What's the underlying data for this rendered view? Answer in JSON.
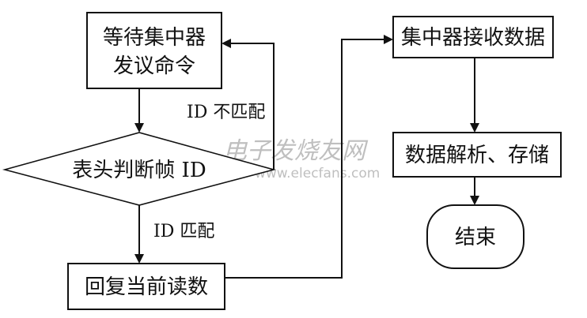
{
  "nodes": {
    "wait_command": {
      "lines": [
        "等待集中器",
        "发议命令"
      ]
    },
    "check_id": {
      "label": "表头判断帧 ID"
    },
    "reply_reading": {
      "label": "回复当前读数"
    },
    "receive_data": {
      "label": "集中器接收数据"
    },
    "parse_store": {
      "label": "数据解析、存储"
    },
    "end": {
      "label": "结束"
    }
  },
  "edges": {
    "id_mismatch": "ID 不匹配",
    "id_match": "ID 匹配"
  },
  "watermark": {
    "cn": "电子发烧友网",
    "en": "www.elecfans.com"
  },
  "colors": {
    "stroke": "#111111",
    "watermark": "#bfbfbf"
  }
}
